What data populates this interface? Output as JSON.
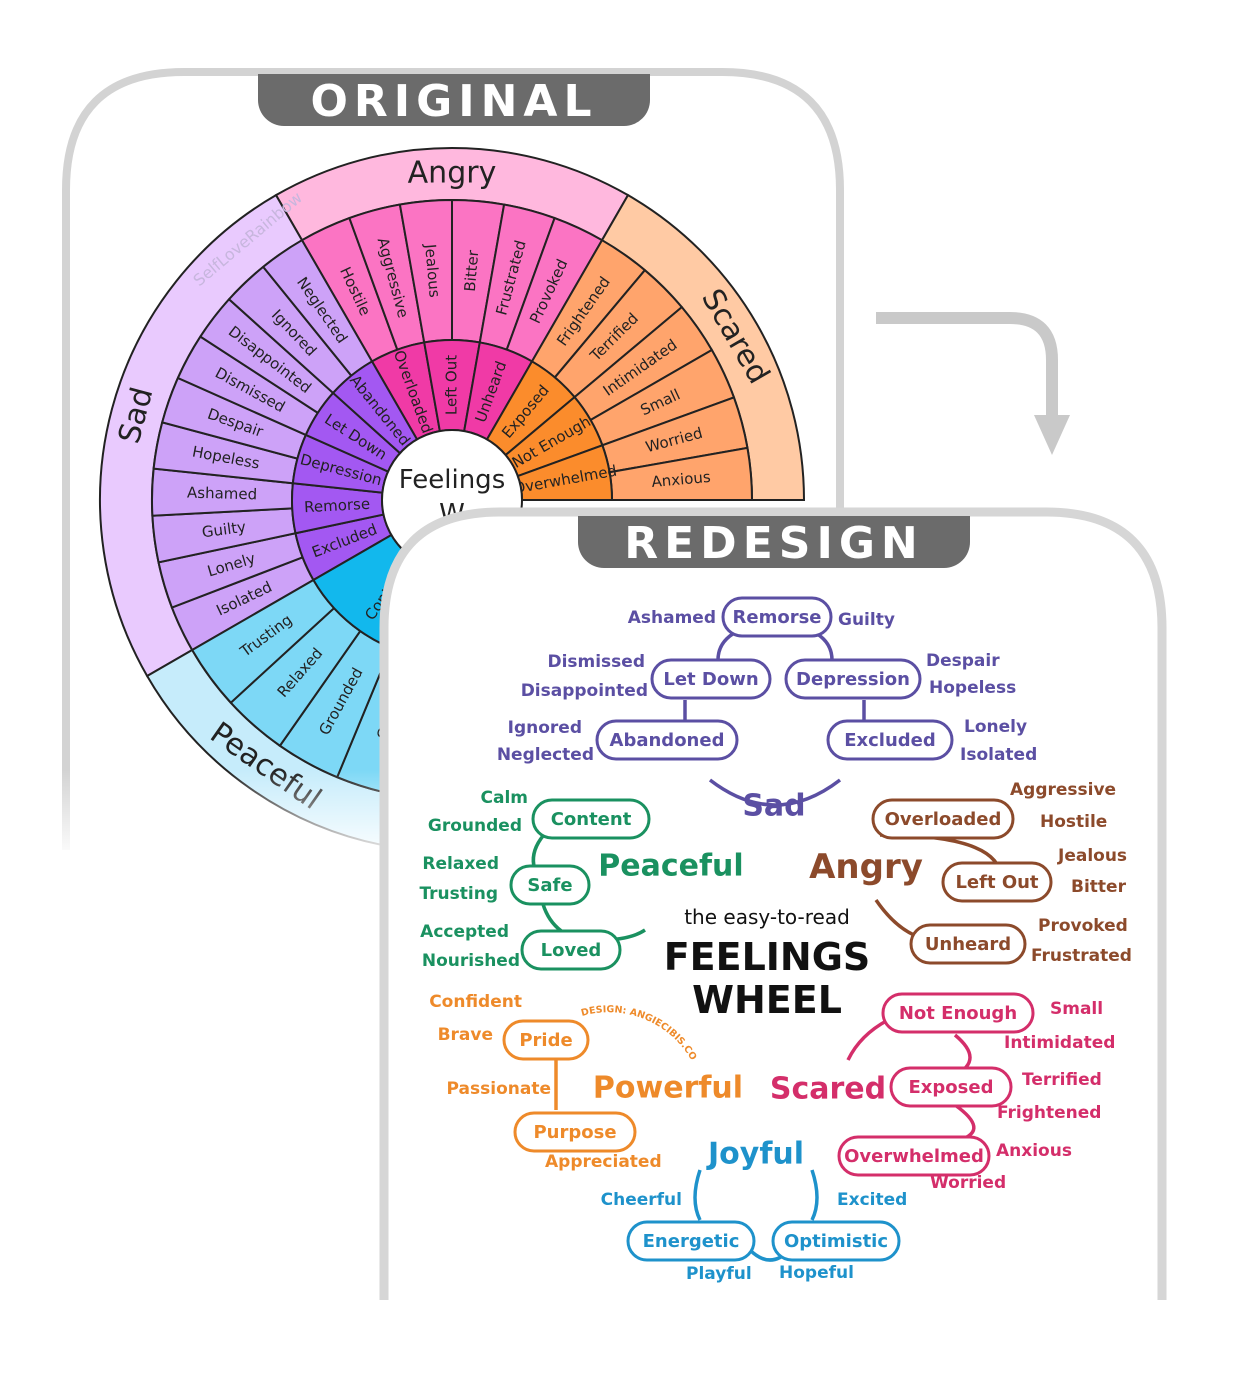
{
  "original": {
    "badge": "ORIGINAL",
    "center_label": "Feelings",
    "center_label_2": "W",
    "watermark": "SelfLoveRainbow",
    "categories": [
      {
        "name": "Angry",
        "display": "Angry",
        "outer_color": "#ffb8de",
        "mid_color": "#f03aa6",
        "outer_ring_color": "#fb74c3",
        "mid": [
          "Overloaded",
          "Left Out",
          "Unheard"
        ],
        "outer": [
          "Hostile",
          "Aggressive",
          "Jealous",
          "Bitter",
          "Frustrated",
          "Provoked"
        ]
      },
      {
        "name": "Scared",
        "display": "Scared",
        "outer_color": "#ffcaa4",
        "mid_color": "#fb8c2c",
        "outer_ring_color": "#ffa46c",
        "mid": [
          "Exposed",
          "Not Enough",
          "Overwhelmed"
        ],
        "outer": [
          "Frightened",
          "Terrified",
          "Intimidated",
          "Small",
          "Worried",
          "Anxious"
        ]
      },
      {
        "name": "Sad",
        "display": "Sad",
        "outer_color": "#e9cafe",
        "mid_color": "#a358f2",
        "outer_ring_color": "#cda2f8",
        "mid": [
          "Excluded",
          "Remorse",
          "Depression",
          "Let Down",
          "Abandoned"
        ],
        "outer": [
          "Isolated",
          "Lonely",
          "Guilty",
          "Ashamed",
          "Hopeless",
          "Despair",
          "Dismissed",
          "Disappointed",
          "Ignored",
          "Neglected"
        ]
      },
      {
        "name": "Peaceful",
        "display": "Peaceful",
        "outer_color": "#c6ecfb",
        "mid_color": "#12b8ed",
        "outer_ring_color": "#7dd8f6",
        "mid": [
          "Content"
        ],
        "outer": [
          "Calm",
          "Grounded",
          "Relaxed",
          "Trusting"
        ]
      }
    ]
  },
  "redesign": {
    "badge": "REDESIGN",
    "subtitle": "the easy-to-read",
    "title_line1": "FEELINGS",
    "title_line2": "WHEEL",
    "credit": "DESIGN: ANGIECIBIS.COM",
    "categories": [
      {
        "name": "Sad",
        "color": "#5b4fa3",
        "nodes": [
          "Remorse",
          "Let Down",
          "Depression",
          "Abandoned",
          "Excluded"
        ],
        "words": [
          "Ashamed",
          "Guilty",
          "Dismissed",
          "Disappointed",
          "Despair",
          "Hopeless",
          "Ignored",
          "Neglected",
          "Lonely",
          "Isolated"
        ]
      },
      {
        "name": "Angry",
        "color": "#8c4a2b",
        "nodes": [
          "Overloaded",
          "Left Out",
          "Unheard"
        ],
        "words": [
          "Aggressive",
          "Hostile",
          "Jealous",
          "Bitter",
          "Provoked",
          "Frustrated"
        ]
      },
      {
        "name": "Peaceful",
        "color": "#1a9160",
        "nodes": [
          "Content",
          "Safe",
          "Loved"
        ],
        "words": [
          "Calm",
          "Grounded",
          "Relaxed",
          "Trusting",
          "Accepted",
          "Nourished"
        ]
      },
      {
        "name": "Powerful",
        "color": "#ee8a2a",
        "nodes": [
          "Pride",
          "Purpose"
        ],
        "words": [
          "Confident",
          "Brave",
          "Passionate",
          "Appreciated"
        ]
      },
      {
        "name": "Scared",
        "color": "#d42e6a",
        "nodes": [
          "Not Enough",
          "Exposed",
          "Overwhelmed"
        ],
        "words": [
          "Small",
          "Intimidated",
          "Terrified",
          "Frightened",
          "Anxious",
          "Worried"
        ]
      },
      {
        "name": "Joyful",
        "color": "#1e92cb",
        "nodes": [
          "Energetic",
          "Optimistic"
        ],
        "words": [
          "Cheerful",
          "Excited",
          "Playful",
          "Hopeful"
        ]
      }
    ]
  }
}
